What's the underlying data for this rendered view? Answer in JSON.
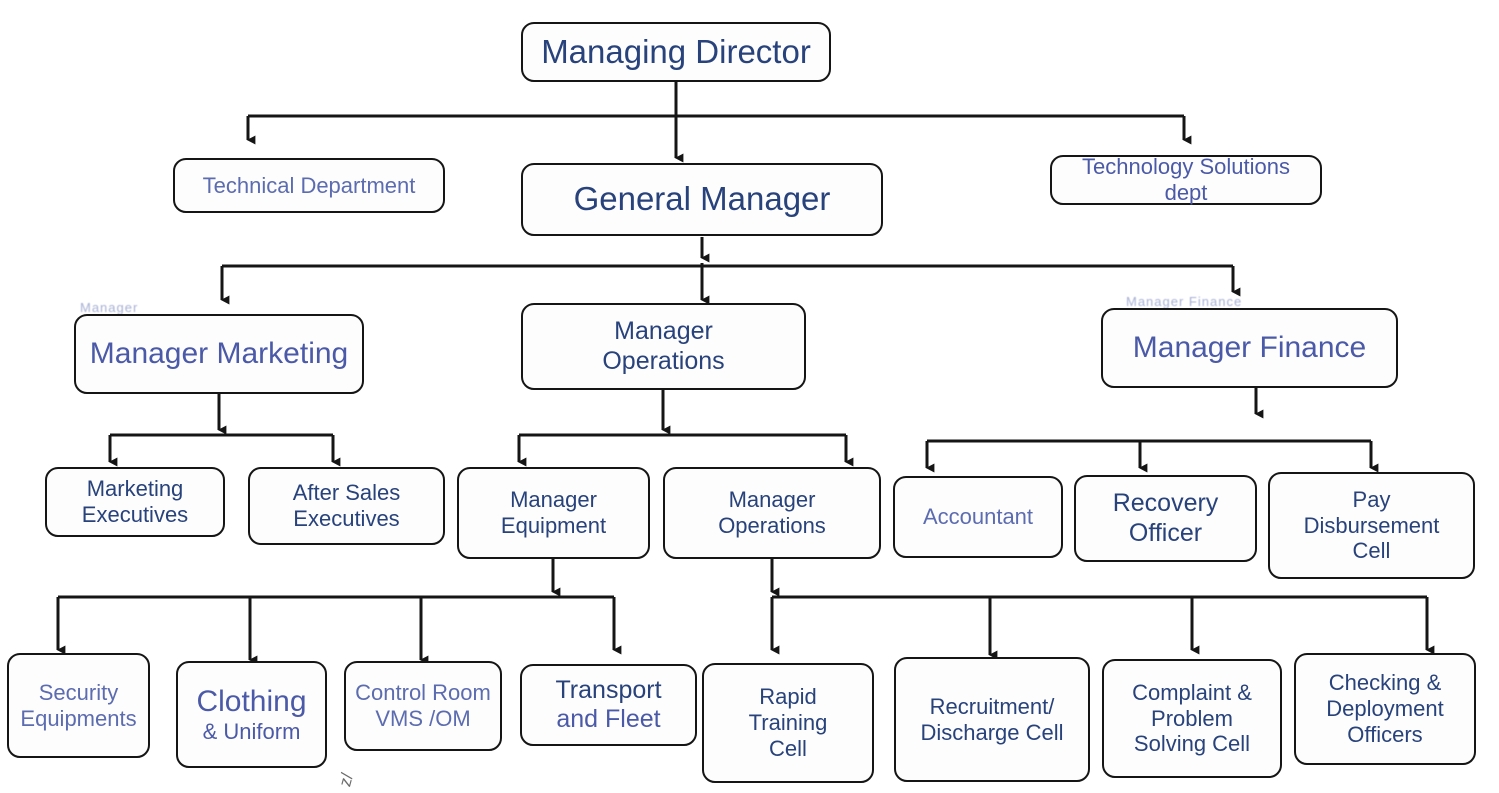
{
  "diagram": {
    "title": "Organizational Structure Chart",
    "type": "org-chart",
    "line_color": "#151515",
    "box_fill": "#fdfdfd",
    "text_accent": "#28427c"
  },
  "nodes": {
    "managing_director": {
      "label": "Managing Director"
    },
    "technical_department": {
      "label": "Technical Department"
    },
    "general_manager": {
      "label": "General Manager"
    },
    "technology_solutions": {
      "label": "Technology Solutions dept"
    },
    "manager_marketing": {
      "label": "Manager Marketing"
    },
    "manager_operations_l3": {
      "line1": "Manager",
      "line2": "Operations"
    },
    "manager_finance": {
      "label": "Manager Finance"
    },
    "marketing_executives": {
      "line1": "Marketing",
      "line2": "Executives"
    },
    "after_sales_executives": {
      "line1": "After Sales",
      "line2": "Executives"
    },
    "manager_equipment": {
      "line1": "Manager",
      "line2": "Equipment"
    },
    "manager_operations_l4": {
      "line1": "Manager",
      "line2": "Operations"
    },
    "accountant": {
      "label": "Accountant"
    },
    "recovery_officer": {
      "line1": "Recovery",
      "line2": "Officer"
    },
    "pay_disbursement_cell": {
      "line1": "Pay",
      "line2": "Disbursement",
      "line3": "Cell"
    },
    "security_equipments": {
      "line1": "Security",
      "line2": "Equipments"
    },
    "clothing_uniform": {
      "line1": "Clothing",
      "line2": "& Uniform"
    },
    "control_room": {
      "line1": "Control Room",
      "line2": "VMS /OM"
    },
    "transport_fleet": {
      "line1": "Transport",
      "line2": "and Fleet"
    },
    "rapid_training_cell": {
      "line1": "Rapid",
      "line2": "Training",
      "line3": "Cell"
    },
    "recruitment_discharge": {
      "line1": "Recruitment/",
      "line2": "Discharge Cell"
    },
    "complaint_problem": {
      "line1": "Complaint &",
      "line2": "Problem",
      "line3": "Solving Cell"
    },
    "checking_deployment": {
      "line1": "Checking &",
      "line2": "Deployment",
      "line3": "Officers"
    }
  },
  "artifacts": {
    "marketing_smudge": "Manager",
    "finance_smudge": "Manager Finance",
    "corner_mark": "z/"
  },
  "edges": [
    {
      "from": "managing_director",
      "to": "technical_department"
    },
    {
      "from": "managing_director",
      "to": "general_manager"
    },
    {
      "from": "managing_director",
      "to": "technology_solutions"
    },
    {
      "from": "general_manager",
      "to": "manager_marketing"
    },
    {
      "from": "general_manager",
      "to": "manager_operations_l3"
    },
    {
      "from": "general_manager",
      "to": "manager_finance"
    },
    {
      "from": "manager_marketing",
      "to": "marketing_executives"
    },
    {
      "from": "manager_marketing",
      "to": "after_sales_executives"
    },
    {
      "from": "manager_operations_l3",
      "to": "manager_equipment"
    },
    {
      "from": "manager_operations_l3",
      "to": "manager_operations_l4"
    },
    {
      "from": "manager_finance",
      "to": "accountant"
    },
    {
      "from": "manager_finance",
      "to": "recovery_officer"
    },
    {
      "from": "manager_finance",
      "to": "pay_disbursement_cell"
    },
    {
      "from": "manager_equipment",
      "to": "security_equipments"
    },
    {
      "from": "manager_equipment",
      "to": "clothing_uniform"
    },
    {
      "from": "manager_equipment",
      "to": "control_room"
    },
    {
      "from": "manager_equipment",
      "to": "transport_fleet"
    },
    {
      "from": "manager_operations_l4",
      "to": "rapid_training_cell"
    },
    {
      "from": "manager_operations_l4",
      "to": "recruitment_discharge"
    },
    {
      "from": "manager_operations_l4",
      "to": "complaint_problem"
    },
    {
      "from": "manager_operations_l4",
      "to": "checking_deployment"
    }
  ]
}
